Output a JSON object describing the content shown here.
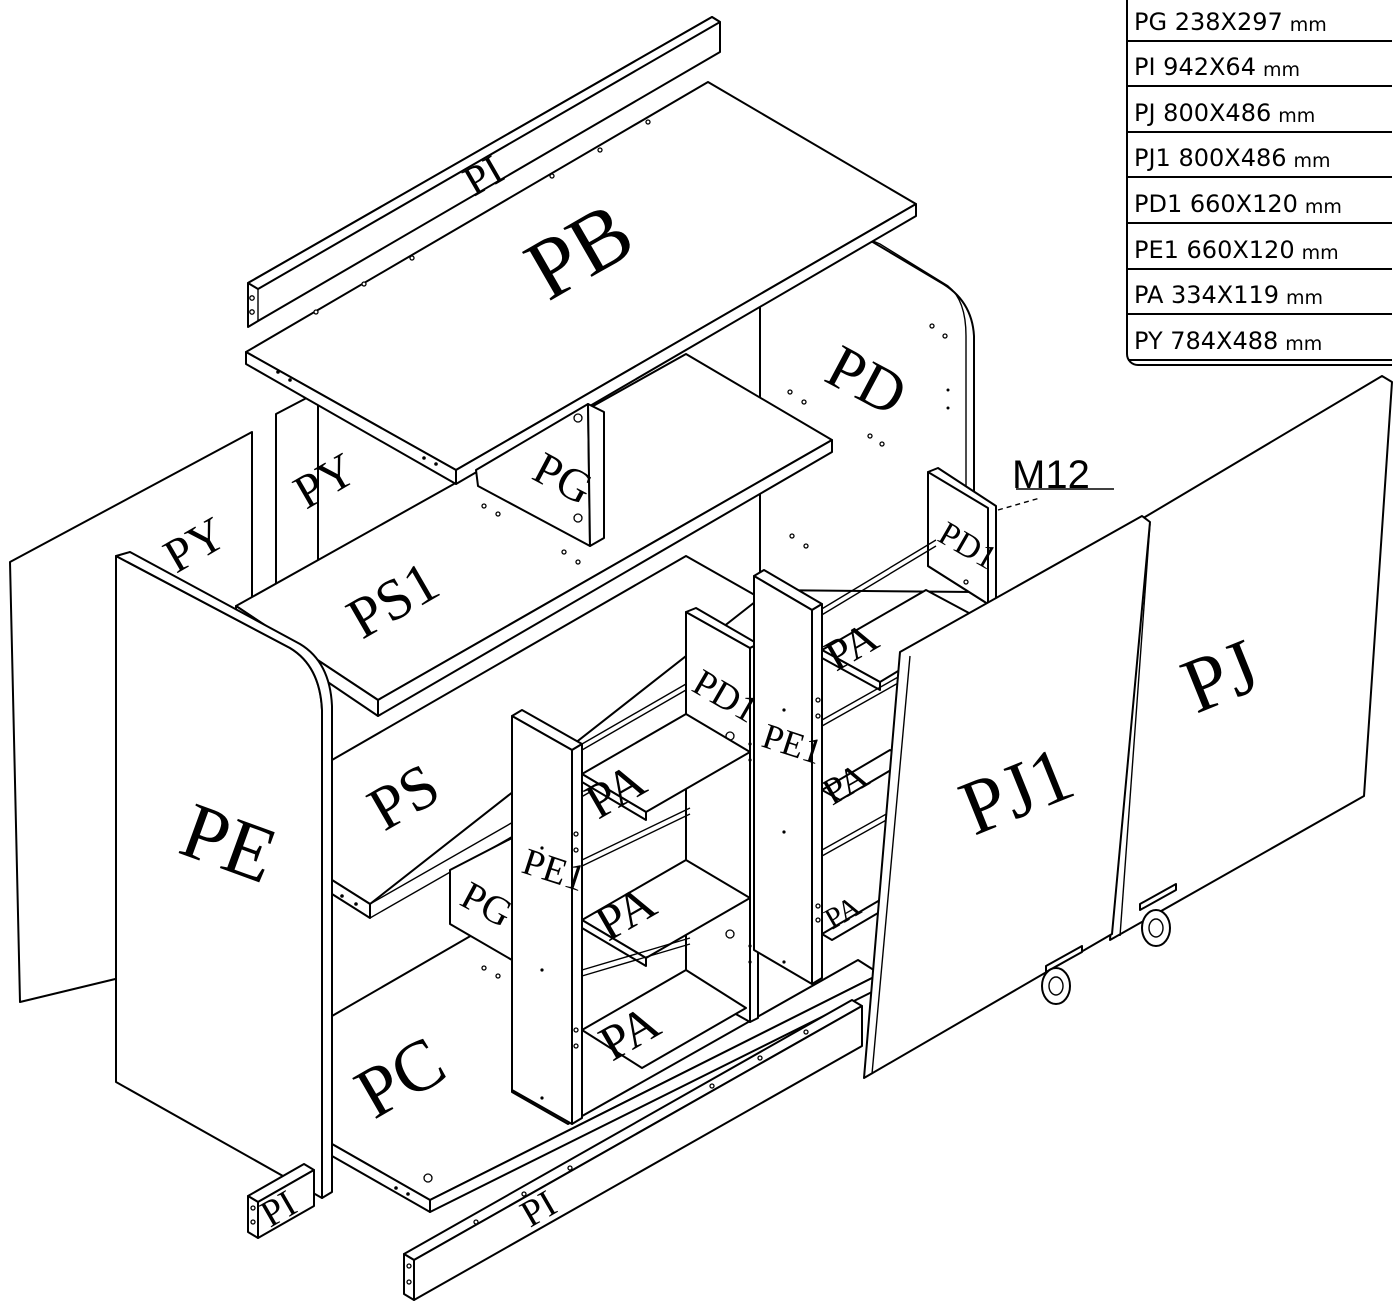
{
  "parts_table": [
    {
      "code": "PG 238X297",
      "unit": "mm"
    },
    {
      "code": "PI 942X64",
      "unit": "mm"
    },
    {
      "code": "PJ 800X486",
      "unit": "mm"
    },
    {
      "code": "PJ1 800X486",
      "unit": "mm"
    },
    {
      "code": "PD1 660X120",
      "unit": "mm"
    },
    {
      "code": "PE1 660X120",
      "unit": "mm"
    },
    {
      "code": "PA 334X119",
      "unit": "mm"
    },
    {
      "code": "PY 784X488",
      "unit": "mm"
    }
  ],
  "labels": {
    "pi_top": "PI",
    "pb": "PB",
    "pd": "PD",
    "py_left": "PY",
    "py_back": "PY",
    "pg_top": "PG",
    "ps1": "PS1",
    "pd1_right": "PD1",
    "m12": "M12",
    "pa_right_top": "PA",
    "pd1_center": "PD1",
    "pe1_right": "PE1",
    "pa_right_mid": "PA",
    "pe": "PE",
    "ps": "PS",
    "pa_center_top": "PA",
    "pe1_center": "PE1",
    "pg_bottom": "PG",
    "pa_center_mid": "PA",
    "pa_right_low": "PA",
    "pa_center_low": "PA",
    "pj1": "PJ1",
    "pj": "PJ",
    "pc": "PC",
    "pi_left": "PI",
    "pi_bottom": "PI"
  }
}
